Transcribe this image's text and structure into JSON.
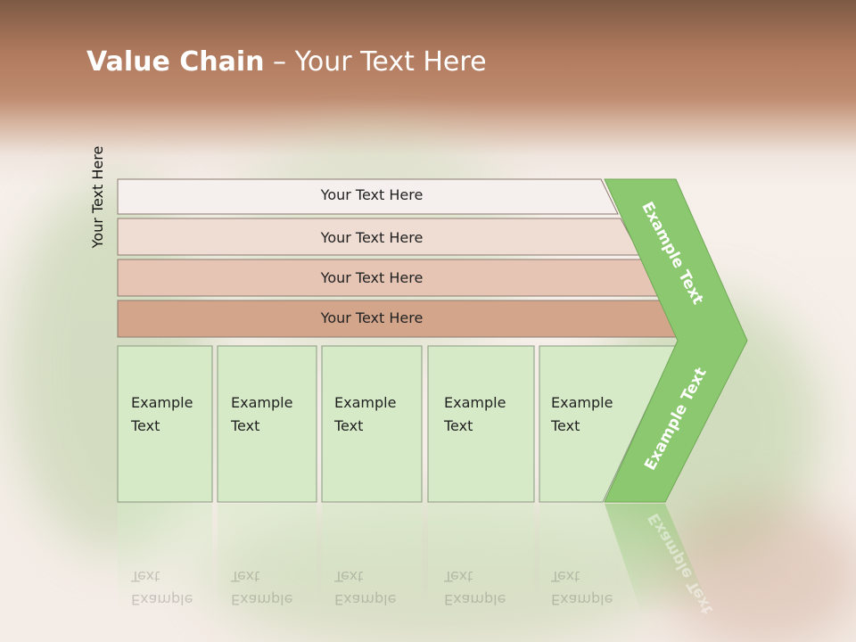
{
  "title": {
    "bold": "Value Chain",
    "rest": " – Your Text Here"
  },
  "side_label": "Your Text Here",
  "bars": [
    {
      "label": "Your Text Here",
      "color": "#f5f0ee"
    },
    {
      "label": "Your Text Here",
      "color": "#efdcd2"
    },
    {
      "label": "Your Text Here",
      "color": "#e6c5b5"
    },
    {
      "label": "Your Text Here",
      "color": "#d3a58b"
    }
  ],
  "columns": [
    {
      "line1": "Example",
      "line2": "Text"
    },
    {
      "line1": "Example",
      "line2": "Text"
    },
    {
      "line1": "Example",
      "line2": "Text"
    },
    {
      "line1": "Example",
      "line2": "Text"
    },
    {
      "line1": "Example",
      "line2": "Text"
    }
  ],
  "chevron": {
    "top_label": "Example Text",
    "bottom_label": "Example Text",
    "color": "#8cc870"
  },
  "column_color": "#d6eac8"
}
